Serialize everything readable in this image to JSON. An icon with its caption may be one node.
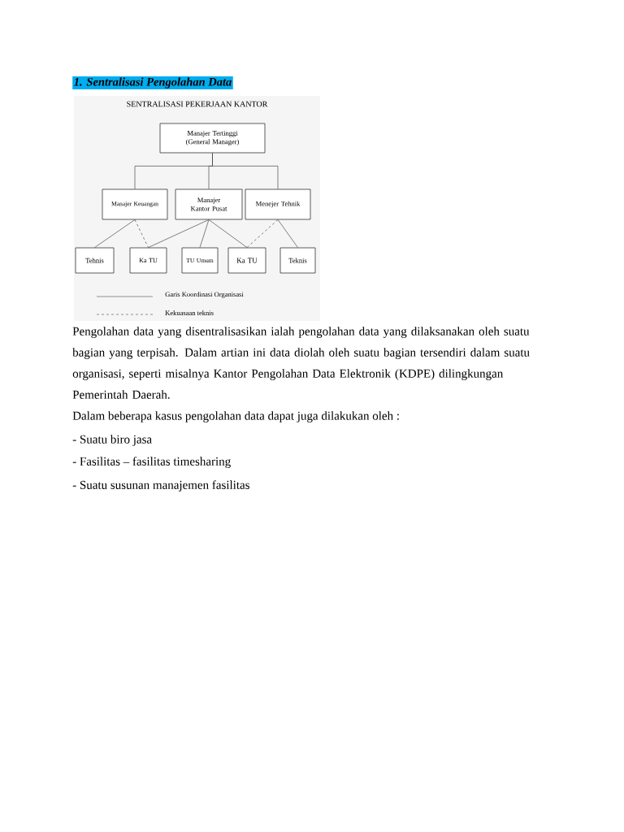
{
  "diagram": {
    "title": "1. Sentralisasi Pengolahan Data",
    "nodes": [
      {
        "text": [
          "Manajer Tertinggi (General Manager)"
        ]
      },
      {
        "text": [
          "Manajer Keuangan"
        ]
      },
      {
        "text": [
          "Manajer Kantor Pusat"
        ]
      },
      {
        "text": [
          "Menejer Tehnik"
        ]
      },
      {
        "text": [
          "Tehnis"
        ]
      },
      {
        "text": [
          "Ka TU"
        ]
      },
      {
        "text": [
          "TU Umum"
        ]
      },
      {
        "text": [
          "Ka TU"
        ]
      },
      {
        "text": [
          "Teknis"
        ]
      }
    ],
    "edges": [
      {
        "from": 0,
        "to": 1,
        "arrow": "none"
      },
      {
        "from": 0,
        "to": 2,
        "arrow": "none"
      },
      {
        "from": 0,
        "to": 3,
        "arrow": "none"
      },
      {
        "from": 1,
        "to": 4,
        "arrow": "none"
      },
      {
        "from": 1,
        "to": 5,
        "arrow": "none",
        "style": "dashed"
      },
      {
        "from": 2,
        "to": 5,
        "arrow": "none"
      },
      {
        "from": 2,
        "to": 6,
        "arrow": "none"
      },
      {
        "from": 2,
        "to": 7,
        "arrow": "none"
      },
      {
        "from": 3,
        "to": 7,
        "arrow": "none",
        "style": "dashed"
      },
      {
        "from": 3,
        "to": 8,
        "arrow": "none"
      }
    ],
    "labels": [
      "SENTRALISASI PEKERJAAN KANTOR",
      "Pengolahan data yang disentralisasikan ialah pengolahan data yang dilaksanakan oleh suatu bagian yang terpisah. Dalam artian ini data diolah oleh suatu bagian tersendiri dalam suatu organisasi, seperti misalnya Kantor Pengolahan Data Elektronik (KDPE) dilingkungan Pemerintah Daerah.",
      "Dalam beberapa kasus pengolahan data dapat juga dilakukan oleh :",
      "- Suatu biro jasa",
      "- Fasilitas – fasilitas timesharing",
      "- Suatu susunan manajemen fasilitas"
    ],
    "legend": [
      {
        "text": "Garis Koordinasi Organisasi"
      },
      {
        "text": "Kekuasaan teknis"
      }
    ]
  }
}
